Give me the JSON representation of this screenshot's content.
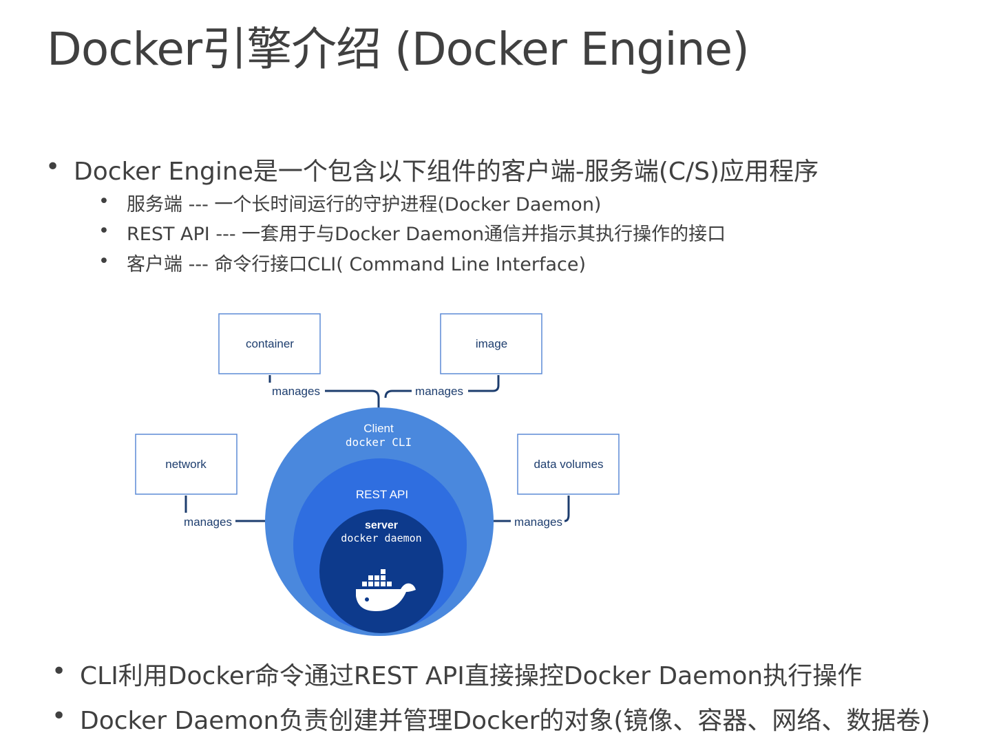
{
  "slide": {
    "title": "Docker引擎介绍 (Docker Engine)",
    "bullets": [
      {
        "text": "Docker Engine是一个包含以下组件的客户端-服务端(C/S)应用程序",
        "sub": [
          "服务端 --- 一个长时间运行的守护进程(Docker Daemon)",
          "REST API --- 一套用于与Docker Daemon通信并指示其执行操作的接口",
          "客户端 --- 命令行接口CLI( Command Line Interface)"
        ]
      }
    ],
    "bottom_bullets": [
      "CLI利用Docker命令通过REST API直接操控Docker Daemon执行操作",
      "Docker Daemon负责创建并管理Docker的对象(镜像、容器、网络、数据卷)"
    ],
    "bullet_symbol": "•"
  },
  "diagram": {
    "boxes": {
      "container": "container",
      "image": "image",
      "network": "network",
      "volumes": "data volumes"
    },
    "manages": "manages",
    "client_title": "Client",
    "client_sub": "docker CLI",
    "rest_api": "REST API",
    "server_title": "server",
    "server_sub": "docker daemon",
    "colors": {
      "outer": "#4a88dd",
      "middle": "#2f6ee0",
      "inner": "#0d3a8c",
      "line": "#1d3d6e",
      "box_border": "#5b8ad6"
    }
  }
}
